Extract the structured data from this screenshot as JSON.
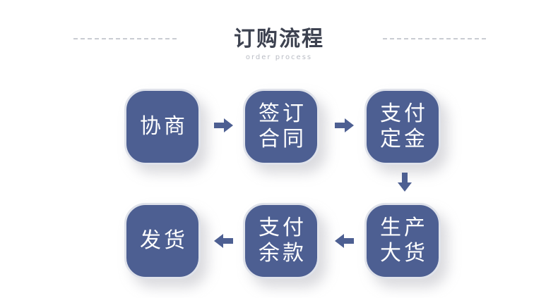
{
  "header": {
    "title": "订购流程",
    "subtitle": "order process"
  },
  "steps": [
    {
      "line1": "协商",
      "line2": ""
    },
    {
      "line1": "签订",
      "line2": "合同"
    },
    {
      "line1": "支付",
      "line2": "定金"
    },
    {
      "line1": "生产",
      "line2": "大货"
    },
    {
      "line1": "支付",
      "line2": "余款"
    },
    {
      "line1": "发货",
      "line2": ""
    }
  ],
  "colors": {
    "tile": "#4d5f92",
    "arrow": "#4d5f92",
    "title": "#3d4250"
  }
}
